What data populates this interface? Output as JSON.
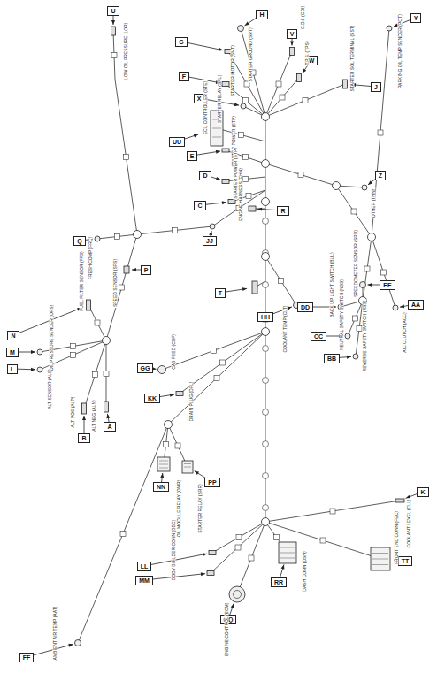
{
  "diagram": {
    "nodes": [
      {
        "text": [
          "U"
        ]
      },
      {
        "text": [
          "H"
        ]
      },
      {
        "text": [
          "V"
        ]
      },
      {
        "text": [
          "G"
        ]
      },
      {
        "text": [
          "W"
        ]
      },
      {
        "text": [
          "F"
        ]
      },
      {
        "text": [
          "X"
        ]
      },
      {
        "text": [
          "J"
        ]
      },
      {
        "text": [
          "Y"
        ]
      },
      {
        "text": [
          "UU"
        ]
      },
      {
        "text": [
          "E"
        ]
      },
      {
        "text": [
          "D"
        ]
      },
      {
        "text": [
          "Z"
        ]
      },
      {
        "text": [
          "C"
        ]
      },
      {
        "text": [
          "R"
        ]
      },
      {
        "text": [
          "Q"
        ]
      },
      {
        "text": [
          "JJ"
        ]
      },
      {
        "text": [
          "P"
        ]
      },
      {
        "text": [
          "T"
        ]
      },
      {
        "text": [
          "HH"
        ]
      },
      {
        "text": [
          "EE"
        ]
      },
      {
        "text": [
          "AA"
        ]
      },
      {
        "text": [
          "DD"
        ]
      },
      {
        "text": [
          "CC"
        ]
      },
      {
        "text": [
          "BB"
        ]
      },
      {
        "text": [
          "N"
        ]
      },
      {
        "text": [
          "M"
        ]
      },
      {
        "text": [
          "L"
        ]
      },
      {
        "text": [
          "B"
        ]
      },
      {
        "text": [
          "A"
        ]
      },
      {
        "text": [
          "GG"
        ]
      },
      {
        "text": [
          "KK"
        ]
      },
      {
        "text": [
          "K"
        ]
      },
      {
        "text": [
          "TT"
        ]
      },
      {
        "text": [
          "PP"
        ]
      },
      {
        "text": [
          "NN"
        ]
      },
      {
        "text": [
          "LL"
        ]
      },
      {
        "text": [
          "MM"
        ]
      },
      {
        "text": [
          "QQ"
        ]
      },
      {
        "text": [
          "RR"
        ]
      },
      {
        "text": [
          "FF"
        ]
      }
    ],
    "labels": [
      "LOW OIL PRESSURE (LOP)",
      "STARTER GROUND (SRT)",
      "STARTER MOTOR (SMT)",
      "STARTER RELAY (SRL)",
      "C.D.I. (CDI)",
      "T.P.S. (TPS)",
      "STARTER SOL TERMINAL (SST)",
      "PARKING OIL TEMP SENDER (POT)",
      "ECU CONTROLLER (STE)",
      "STARTER POWER (STP)",
      "STARTER POWER (STP)",
      "ENGINE HARNESS (EHN)",
      "OTHER (TNN)",
      "SPEEDOMETER SENSOR (SPD)",
      "BACK UP LIGHT SWITCH (BUL)",
      "NEUTRAL SAFETY SWITCH (NSS)",
      "REVERSE SAFETY SWITCH (RSS)",
      "A/C CLUTCH (ACC)",
      "COOLANT TEMP (CLT)",
      "FUEL FILTER SENSOR (FFS)",
      "OIL PRESSURE SENDER (OPS)",
      "ALT SENSOR (ALS)",
      "ALT POS (ALP)",
      "ALT NEG (ALN)",
      "CAB FEED (CBF)",
      "DRAIN PLUG (DPL)",
      "OIL MODULE RELAY (OMR)",
      "STARTER RELAY (SRR)",
      "BODY BUILDER CONN (BBC)",
      "ENGINE CONTROL (ECM)",
      "DASH CONN (DSH)",
      "FRONT END CONN (FEC)",
      "COOLANT LEVEL (CLL)",
      "AMBIENT AIR TEMP (AAT)",
      "FRESH COMP (FRC)",
      "SPEED SENSOR (SPS)"
    ]
  }
}
